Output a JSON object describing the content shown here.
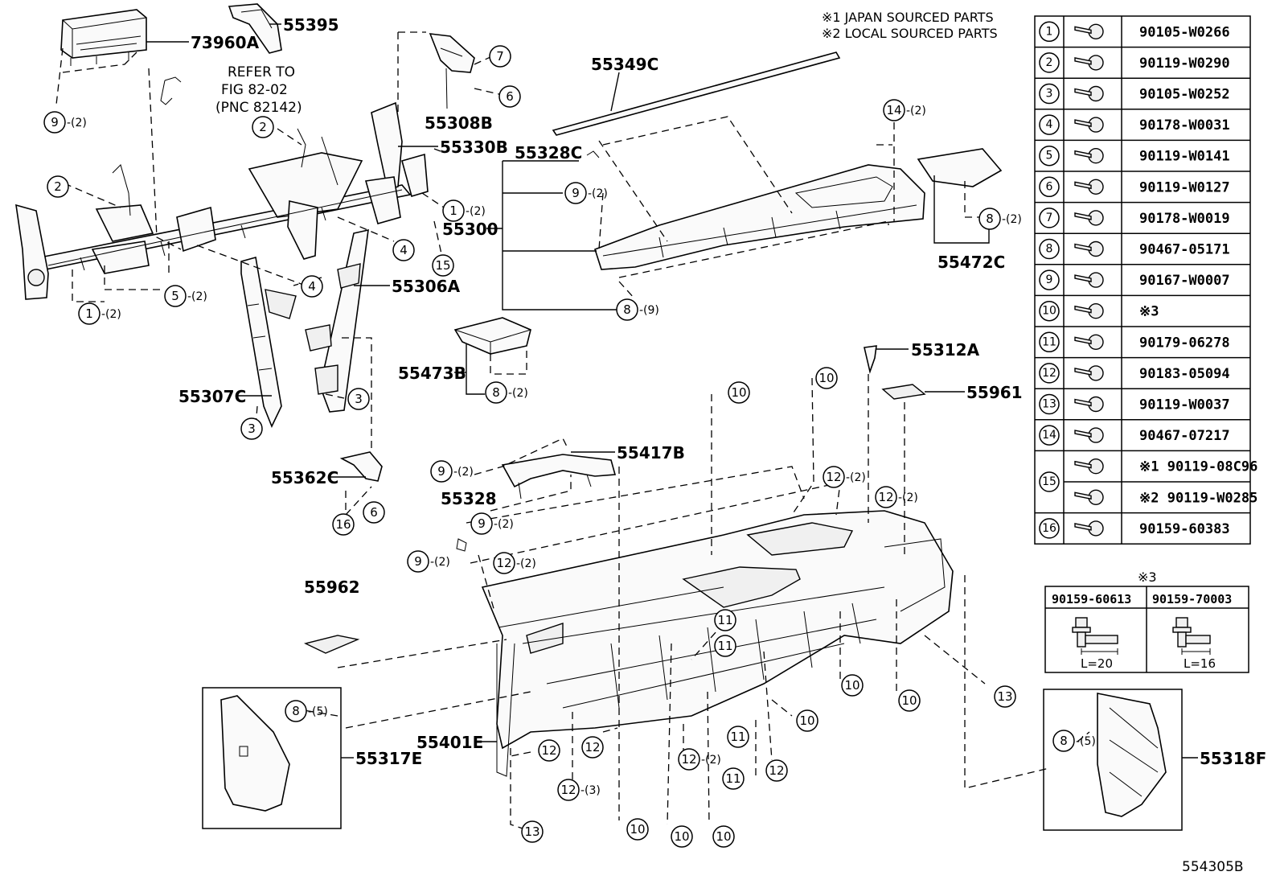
{
  "notes": {
    "japan": "※1 JAPAN SOURCED PARTS",
    "local": "※2 LOCAL SOURCED PARTS"
  },
  "refer": {
    "line1": "REFER TO",
    "line2": "FIG 82-02",
    "line3": "(PNC 82142)"
  },
  "part_labels": {
    "p73960A": "73960A",
    "p55395": "55395",
    "p55308B": "55308B",
    "p55330B": "55330B",
    "p55349C": "55349C",
    "p55328C": "55328C",
    "p55300": "55300",
    "p55472C": "55472C",
    "p55306A": "55306A",
    "p55307C": "55307C",
    "p55362C": "55362C",
    "p55473B": "55473B",
    "p55312A": "55312A",
    "p55961": "55961",
    "p55417B": "55417B",
    "p55328": "55328",
    "p55962": "55962",
    "p55317E": "55317E",
    "p55401E": "55401E",
    "p55318F": "55318F"
  },
  "callouts": [
    {
      "n": "9",
      "q": "-(2)"
    },
    {
      "n": "2",
      "q": ""
    },
    {
      "n": "2",
      "q": ""
    },
    {
      "n": "1",
      "q": "-(2)"
    },
    {
      "n": "5",
      "q": "-(2)"
    },
    {
      "n": "4",
      "q": ""
    },
    {
      "n": "4",
      "q": ""
    },
    {
      "n": "15",
      "q": ""
    },
    {
      "n": "1",
      "q": "-(2)"
    },
    {
      "n": "7",
      "q": ""
    },
    {
      "n": "6",
      "q": ""
    },
    {
      "n": "3",
      "q": ""
    },
    {
      "n": "3",
      "q": ""
    },
    {
      "n": "6",
      "q": ""
    },
    {
      "n": "16",
      "q": ""
    },
    {
      "n": "9",
      "q": "-(2)"
    },
    {
      "n": "14",
      "q": "-(2)"
    },
    {
      "n": "8",
      "q": "-(2)"
    },
    {
      "n": "8",
      "q": "-(9)"
    },
    {
      "n": "8",
      "q": "-(2)"
    },
    {
      "n": "10",
      "q": ""
    },
    {
      "n": "10",
      "q": ""
    },
    {
      "n": "9",
      "q": "-(2)"
    },
    {
      "n": "9",
      "q": "-(2)"
    },
    {
      "n": "9",
      "q": "-(2)"
    },
    {
      "n": "12",
      "q": "-(2)"
    },
    {
      "n": "12",
      "q": "-(2)"
    },
    {
      "n": "12",
      "q": "-(2)"
    },
    {
      "n": "11",
      "q": ""
    },
    {
      "n": "11",
      "q": ""
    },
    {
      "n": "8",
      "q": "-(5)"
    },
    {
      "n": "12",
      "q": ""
    },
    {
      "n": "12",
      "q": ""
    },
    {
      "n": "12",
      "q": "-(3)"
    },
    {
      "n": "12",
      "q": "-(2)"
    },
    {
      "n": "11",
      "q": ""
    },
    {
      "n": "11",
      "q": ""
    },
    {
      "n": "12",
      "q": ""
    },
    {
      "n": "10",
      "q": ""
    },
    {
      "n": "10",
      "q": ""
    },
    {
      "n": "10",
      "q": ""
    },
    {
      "n": "13",
      "q": ""
    },
    {
      "n": "10",
      "q": ""
    },
    {
      "n": "10",
      "q": ""
    },
    {
      "n": "10",
      "q": ""
    },
    {
      "n": "13",
      "q": ""
    },
    {
      "n": "8",
      "q": "-(5)"
    }
  ],
  "fastener_table": [
    {
      "idx": "1",
      "pn": "90105-W0266"
    },
    {
      "idx": "2",
      "pn": "90119-W0290"
    },
    {
      "idx": "3",
      "pn": "90105-W0252"
    },
    {
      "idx": "4",
      "pn": "90178-W0031"
    },
    {
      "idx": "5",
      "pn": "90119-W0141"
    },
    {
      "idx": "6",
      "pn": "90119-W0127"
    },
    {
      "idx": "7",
      "pn": "90178-W0019"
    },
    {
      "idx": "8",
      "pn": "90467-05171"
    },
    {
      "idx": "9",
      "pn": "90167-W0007"
    },
    {
      "idx": "10",
      "pn": "※3"
    },
    {
      "idx": "11",
      "pn": "90179-06278"
    },
    {
      "idx": "12",
      "pn": "90183-05094"
    },
    {
      "idx": "13",
      "pn": "90119-W0037"
    },
    {
      "idx": "14",
      "pn": "90467-07217"
    },
    {
      "idx": "15",
      "pn": "※1 90119-08C96"
    },
    {
      "idx": "15b",
      "pn": "※2 90119-W0285"
    },
    {
      "idx": "16",
      "pn": "90159-60383"
    }
  ],
  "sub_table": {
    "title": "※3",
    "col1": "90159-60613",
    "col2": "90159-70003",
    "len1": "L=20",
    "len2": "L=16"
  },
  "figure_code": "554305B"
}
